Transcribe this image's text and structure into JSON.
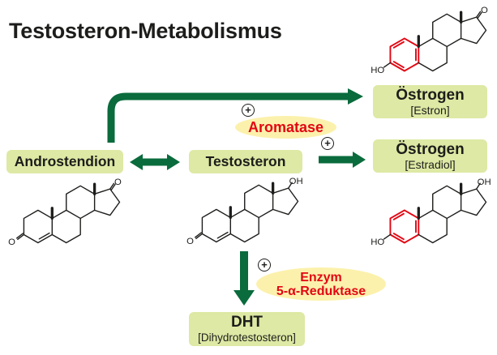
{
  "title": "Testosteron-Metabolismus",
  "colors": {
    "arrow_green": "#0a6b3c",
    "node_fill": "#dde9a4",
    "enzyme_fill": "#fcf1ac",
    "enzyme_red": "#e30613",
    "aromatic_red": "#e30613",
    "text_dark": "#1d1d1b"
  },
  "nodes": {
    "androstendion": {
      "label": "Androstendion"
    },
    "testosteron": {
      "label": "Testosteron"
    },
    "estrogen_estron": {
      "label": "Östrogen",
      "sublabel": "[Estron]"
    },
    "estrogen_estradiol": {
      "label": "Östrogen",
      "sublabel": "[Estradiol]"
    },
    "dht": {
      "label": "DHT",
      "sublabel": "[Dihydrotestosteron]"
    }
  },
  "enzymes": {
    "aromatase": {
      "label": "Aromatase"
    },
    "reduktase": {
      "line1": "Enzym",
      "line2": "5-α-Reduktase"
    }
  },
  "icons": {
    "plus": "+"
  },
  "structures": {
    "estrone": {
      "ho": "HO",
      "o": "O"
    },
    "androstendione": {
      "o_left": "O",
      "o_right": "O"
    },
    "testosterone": {
      "o_left": "O",
      "oh": "OH"
    },
    "estradiol": {
      "ho": "HO",
      "oh": "OH"
    }
  }
}
